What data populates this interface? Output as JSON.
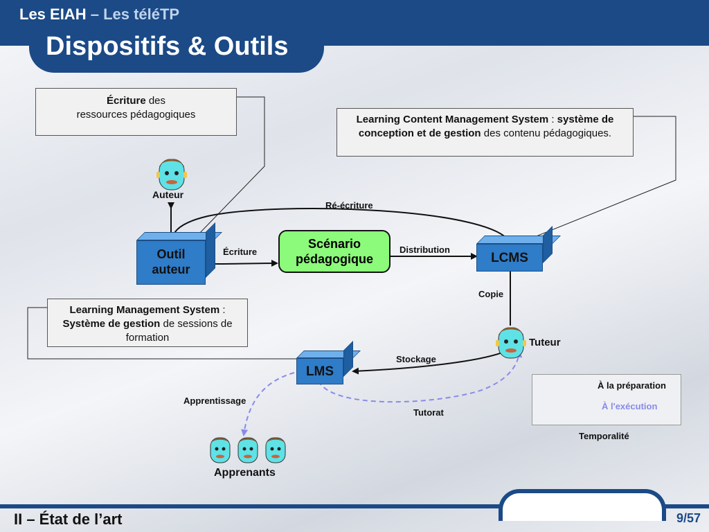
{
  "header": {
    "section": "Les EIAH",
    "separator": " – ",
    "subsection": "Les téléTP"
  },
  "title": "Dispositifs & Outils",
  "boxes": {
    "ecriture": {
      "bold": "Écriture",
      "rest1": " des",
      "rest2": "ressources pédagogiques"
    },
    "lcms_def": {
      "bold1": "Learning Content Management System",
      "sep": " : ",
      "bold2": "système de conception et de gestion",
      "rest": " des contenu pédagogiques."
    },
    "lms_def": {
      "bold1": "Learning Management System",
      "sep": " : ",
      "bold2": "Système de gestion",
      "rest": " de sessions de formation"
    }
  },
  "nodes": {
    "outil": {
      "line1": "Outil",
      "line2": "auteur"
    },
    "scenario": {
      "line1": "Scénario",
      "line2": "pédagogique"
    },
    "lcms": "LCMS",
    "lms": "LMS"
  },
  "actors": {
    "auteur": "Auteur",
    "tuteur": "Tuteur",
    "apprenants": "Apprenants"
  },
  "edges": {
    "reecriture": "Ré-écriture",
    "ecriture": "Écriture",
    "distribution": "Distribution",
    "copie": "Copie",
    "stockage": "Stockage",
    "apprentissage": "Apprentissage",
    "tutorat": "Tutorat"
  },
  "legend": {
    "preparation": "À la préparation",
    "execution": "À l'exécution",
    "title": "Temporalité"
  },
  "colors": {
    "brand": "#1b4a86",
    "box_blue": "#2f7cc8",
    "scenario_green": "#8cfa7a",
    "dashed": "#8a8ae8",
    "face": "#5ee2e6",
    "hair": "#8a5a30"
  },
  "footer": {
    "left": "II – État de l’art",
    "page": "9",
    "total": "57"
  }
}
